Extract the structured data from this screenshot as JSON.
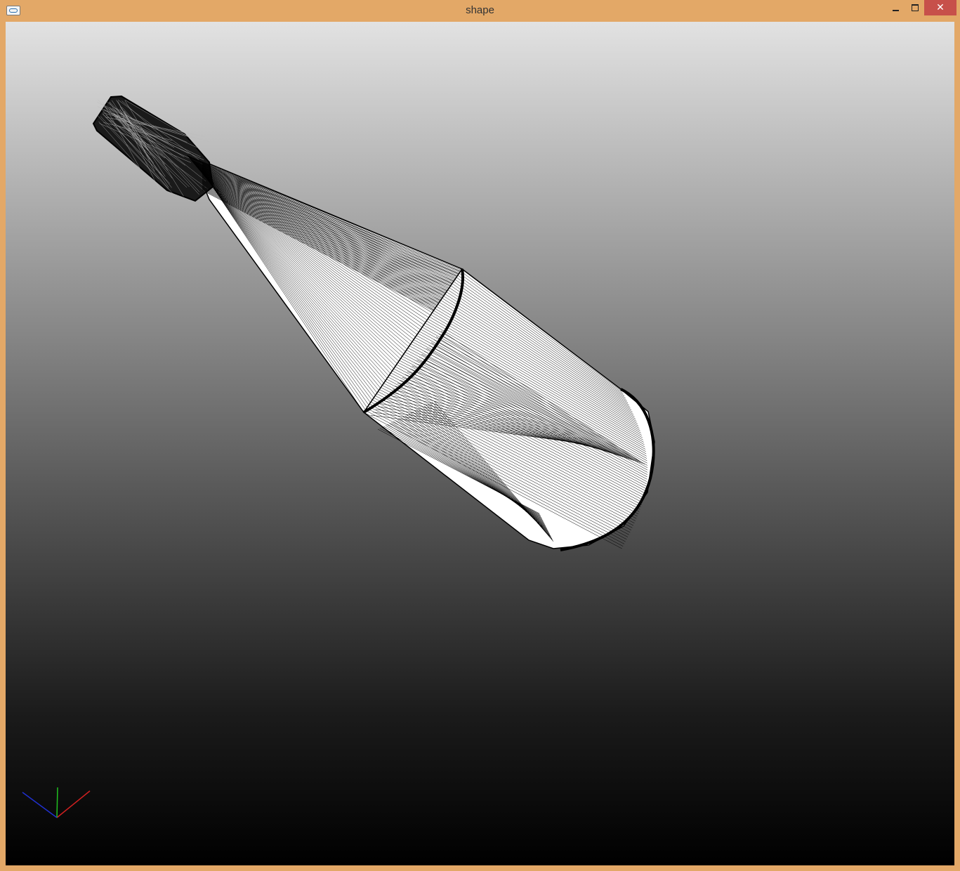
{
  "window": {
    "title": "shape",
    "app_icon": "opencascade-window-icon",
    "controls": {
      "minimize_icon": "minimize-icon",
      "maximize_icon": "maximize-icon",
      "close_icon": "close-icon",
      "close_color": "#c7504a"
    },
    "frame_color": "#e3a867"
  },
  "viewer": {
    "background": "gradient-light-to-black",
    "model": "wireframe-tapered-shape",
    "axis_triad": {
      "x_color": "#d02020",
      "y_color": "#20c020",
      "z_color": "#2030d0"
    }
  }
}
